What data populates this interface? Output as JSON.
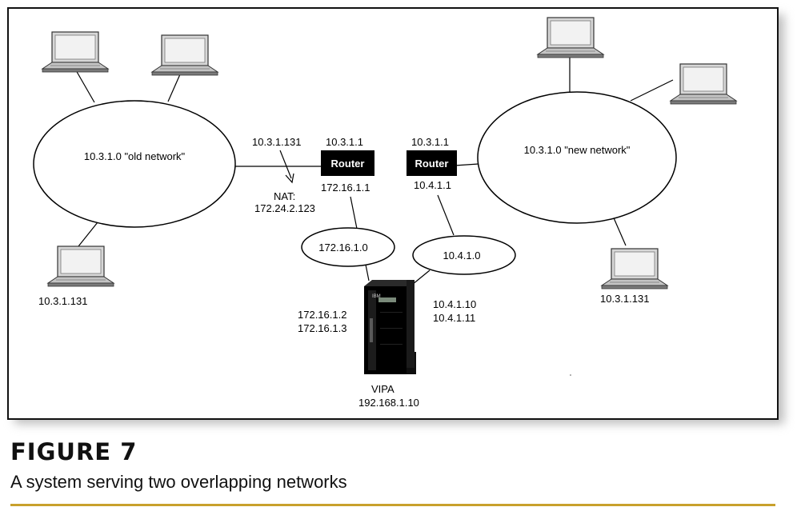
{
  "diagram": {
    "old_network": {
      "label": "10.3.1.0 \"old network\"",
      "client_ip": "10.3.1.131"
    },
    "new_network": {
      "label": "10.3.1.0 \"new network\"",
      "client_ip": "10.3.1.131"
    },
    "router_left": {
      "label": "Router",
      "top_ip": "10.3.1.1",
      "bottom_ip": "172.16.1.1",
      "source_ip": "10.3.1.131",
      "nat_label": "NAT:",
      "nat_ip": "172.24.2.123"
    },
    "router_right": {
      "label": "Router",
      "top_ip": "10.3.1.1",
      "bottom_ip": "10.4.1.1"
    },
    "subnet_left": {
      "label": "172.16.1.0"
    },
    "subnet_right": {
      "label": "10.4.1.0"
    },
    "server": {
      "left_ip_1": "172.16.1.2",
      "left_ip_2": "172.16.1.3",
      "right_ip_1": "10.4.1.10",
      "right_ip_2": "10.4.1.11",
      "vipa_label": "VIPA",
      "vipa_ip": "192.168.1.10",
      "brand": "IBM"
    }
  },
  "caption": {
    "title": "FIGURE 7",
    "text": "A system serving two overlapping networks",
    "rule_color": "#c8a02c"
  }
}
